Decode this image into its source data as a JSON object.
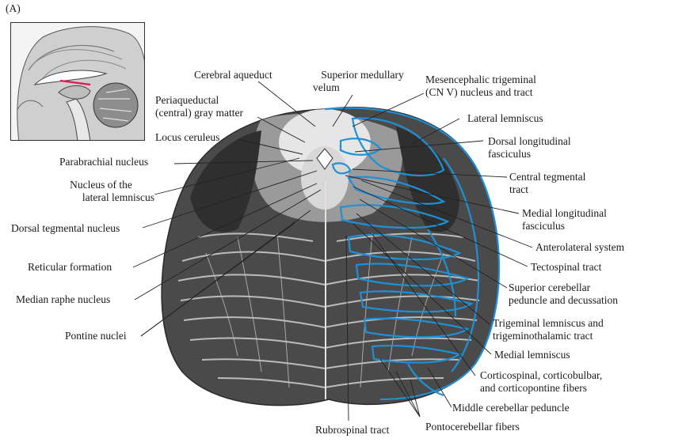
{
  "panel_letter": "(A)",
  "colors": {
    "tract_outline": "#1e90d6",
    "tissue_dark": "#3a3a3a",
    "tissue_light": "#d8d8d8",
    "leader": "#222222"
  },
  "labels": {
    "cerebral_aqueduct": "Cerebral aqueduct",
    "superior_medullary_velum_1": "Superior medullary",
    "superior_medullary_velum_2": "velum",
    "mesencephalic_1": "Mesencephalic trigeminal",
    "mesencephalic_2": "(CN V) nucleus and tract",
    "periaqueductal_1": "Periaqueductal",
    "periaqueductal_2": "(central) gray matter",
    "lateral_lemniscus": "Lateral lemniscus",
    "locus_ceruleus": "Locus ceruleus",
    "dorsal_longitudinal_1": "Dorsal longitudinal",
    "dorsal_longitudinal_2": "fasciculus",
    "parabrachial_nucleus": "Parabrachial nucleus",
    "central_tegmental_1": "Central tegmental",
    "central_tegmental_2": "tract",
    "nucleus_lat_lemniscus_1": "Nucleus of the",
    "nucleus_lat_lemniscus_2": "lateral lemniscus",
    "medial_longitudinal_1": "Medial longitudinal",
    "medial_longitudinal_2": "fasciculus",
    "dorsal_tegmental_nucleus": "Dorsal tegmental nucleus",
    "anterolateral_system": "Anterolateral system",
    "reticular_formation": "Reticular formation",
    "tectospinal_tract": "Tectospinal tract",
    "superior_cerebellar_1": "Superior cerebellar",
    "superior_cerebellar_2": "peduncle and decussation",
    "median_raphe_nucleus": "Median raphe nucleus",
    "trigeminal_lemniscus_1": "Trigeminal lemniscus and",
    "trigeminal_lemniscus_2": "trigeminothalamic tract",
    "pontine_nuclei": "Pontine nuclei",
    "medial_lemniscus": "Medial lemniscus",
    "corticospinal_1": "Corticospinal, corticobulbar,",
    "corticospinal_2": "and corticopontine fibers",
    "middle_cerebellar_peduncle": "Middle cerebellar peduncle",
    "rubrospinal_tract": "Rubrospinal tract",
    "pontocerebellar_fibers": "Pontocerebellar fibers"
  }
}
